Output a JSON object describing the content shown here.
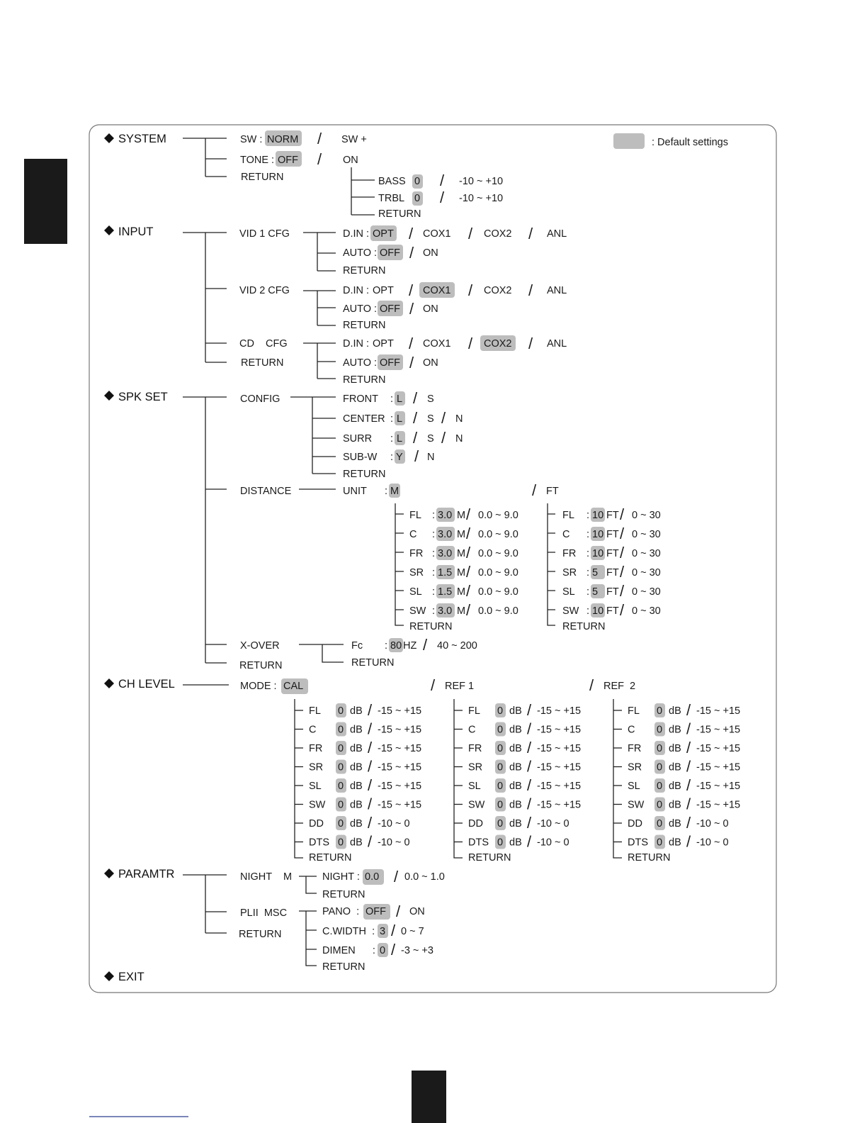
{
  "legend": {
    "text": ": Default settings",
    "swatch_color": "#bdbdbd"
  },
  "icons": {
    "bullet": "diamond-bullet-icon"
  },
  "headings": {
    "system": "SYSTEM",
    "input": "INPUT",
    "spk_set": "SPK SET",
    "ch_level": "CH LEVEL",
    "paramtr": "PARAMTR",
    "exit": "EXIT"
  },
  "system": {
    "sw": {
      "label": "SW :",
      "default": "NORM",
      "alt": "SW +"
    },
    "tone": {
      "label": "TONE :",
      "default": "OFF",
      "alt": "ON"
    },
    "return": "RETURN",
    "bass": {
      "label": "BASS",
      "default": "0",
      "range": "-10 ~ +10"
    },
    "trbl": {
      "label": "TRBL",
      "default": "0",
      "range": "-10 ~ +10"
    },
    "sub_return": "RETURN"
  },
  "input": {
    "vid1": {
      "label": "VID 1 CFG",
      "din": {
        "label": "D.IN :",
        "o1": "OPT",
        "o2": "COX1",
        "o3": "COX2",
        "o4": "ANL"
      },
      "auto": {
        "label": "AUTO :",
        "o1": "OFF",
        "o2": "ON"
      },
      "return": "RETURN"
    },
    "vid2": {
      "label": "VID 2 CFG",
      "din": {
        "label": "D.IN :",
        "o1": "OPT",
        "o2": "COX1",
        "o3": "COX2",
        "o4": "ANL"
      },
      "auto": {
        "label": "AUTO :",
        "o1": "OFF",
        "o2": "ON"
      },
      "return": "RETURN"
    },
    "cd": {
      "label": "CD    CFG",
      "din": {
        "label": "D.IN :",
        "o1": "OPT",
        "o2": "COX1",
        "o3": "COX2",
        "o4": "ANL"
      },
      "auto": {
        "label": "AUTO :",
        "o1": "OFF",
        "o2": "ON"
      },
      "return": "RETURN"
    },
    "return": "RETURN"
  },
  "spk_set": {
    "config": {
      "label": "CONFIG",
      "front": {
        "label": "FRONT",
        "colon": ":",
        "d": "L",
        "a1": "S"
      },
      "center": {
        "label": "CENTER",
        "colon": ":",
        "d": "L",
        "a1": "S",
        "a2": "N"
      },
      "surr": {
        "label": "SURR",
        "colon": ":",
        "d": "L",
        "a1": "S",
        "a2": "N"
      },
      "subw": {
        "label": "SUB-W",
        "colon": ":",
        "d": "Y",
        "a1": "N"
      },
      "return": "RETURN"
    },
    "distance": {
      "label": "DISTANCE",
      "unit": {
        "label": "UNIT",
        "colon": ":",
        "d": "M",
        "alt": "FT"
      },
      "meters": [
        {
          "ch": "FL",
          "d": "3.0",
          "unit": "M",
          "range": "0.0 ~ 9.0"
        },
        {
          "ch": "C",
          "d": "3.0",
          "unit": "M",
          "range": "0.0 ~ 9.0"
        },
        {
          "ch": "FR",
          "d": "3.0",
          "unit": "M",
          "range": "0.0 ~ 9.0"
        },
        {
          "ch": "SR",
          "d": "1.5",
          "unit": "M",
          "range": "0.0 ~ 9.0"
        },
        {
          "ch": "SL",
          "d": "1.5",
          "unit": "M",
          "range": "0.0 ~ 9.0"
        },
        {
          "ch": "SW",
          "d": "3.0",
          "unit": "M",
          "range": "0.0 ~ 9.0"
        }
      ],
      "meters_return": "RETURN",
      "feet": [
        {
          "ch": "FL",
          "d": "10",
          "unit": "FT",
          "range": "0 ~ 30"
        },
        {
          "ch": "C",
          "d": "10",
          "unit": "FT",
          "range": "0 ~ 30"
        },
        {
          "ch": "FR",
          "d": "10",
          "unit": "FT",
          "range": "0 ~ 30"
        },
        {
          "ch": "SR",
          "d": "5",
          "unit": "FT",
          "range": "0 ~ 30"
        },
        {
          "ch": "SL",
          "d": "5",
          "unit": "FT",
          "range": "0 ~ 30"
        },
        {
          "ch": "SW",
          "d": "10",
          "unit": "FT",
          "range": "0 ~ 30"
        }
      ],
      "feet_return": "RETURN"
    },
    "xover": {
      "label": "X-OVER",
      "fc": {
        "label": "Fc",
        "colon": ":",
        "d": "80",
        "unit": "HZ",
        "range": "40 ~ 200"
      },
      "return": "RETURN"
    },
    "return": "RETURN"
  },
  "ch_level": {
    "mode": {
      "label": "MODE :",
      "d": "CAL",
      "ref1": "REF 1",
      "ref2": "REF  2"
    },
    "channels": [
      {
        "ch": "FL",
        "d": "0",
        "unit": "dB",
        "range": "-15 ~ +15"
      },
      {
        "ch": "C",
        "d": "0",
        "unit": "dB",
        "range": "-15 ~ +15"
      },
      {
        "ch": "FR",
        "d": "0",
        "unit": "dB",
        "range": "-15 ~ +15"
      },
      {
        "ch": "SR",
        "d": "0",
        "unit": "dB",
        "range": "-15 ~ +15"
      },
      {
        "ch": "SL",
        "d": "0",
        "unit": "dB",
        "range": "-15 ~ +15"
      },
      {
        "ch": "SW",
        "d": "0",
        "unit": "dB",
        "range": "-15 ~ +15"
      },
      {
        "ch": "DD",
        "d": "0",
        "unit": "dB",
        "range": "-10 ~ 0"
      },
      {
        "ch": "DTS",
        "d": "0",
        "unit": "dB",
        "range": "-10 ~ 0"
      }
    ],
    "return": "RETURN"
  },
  "paramtr": {
    "night": {
      "label": "NIGHT    M",
      "item": {
        "label": "NIGHT :",
        "d": "0.0",
        "range": "0.0 ~ 1.0"
      },
      "return": "RETURN"
    },
    "plii": {
      "label": "PLII  MSC",
      "pano": {
        "label": "PANO  :",
        "d": "OFF",
        "alt": "ON"
      },
      "cwidth": {
        "label": "C.WIDTH  :",
        "d": "3",
        "range": "0 ~ 7"
      },
      "dimen": {
        "label": "DIMEN      :",
        "d": "0",
        "range": "-3 ~ +3"
      },
      "return": "RETURN"
    },
    "return": "RETURN"
  }
}
